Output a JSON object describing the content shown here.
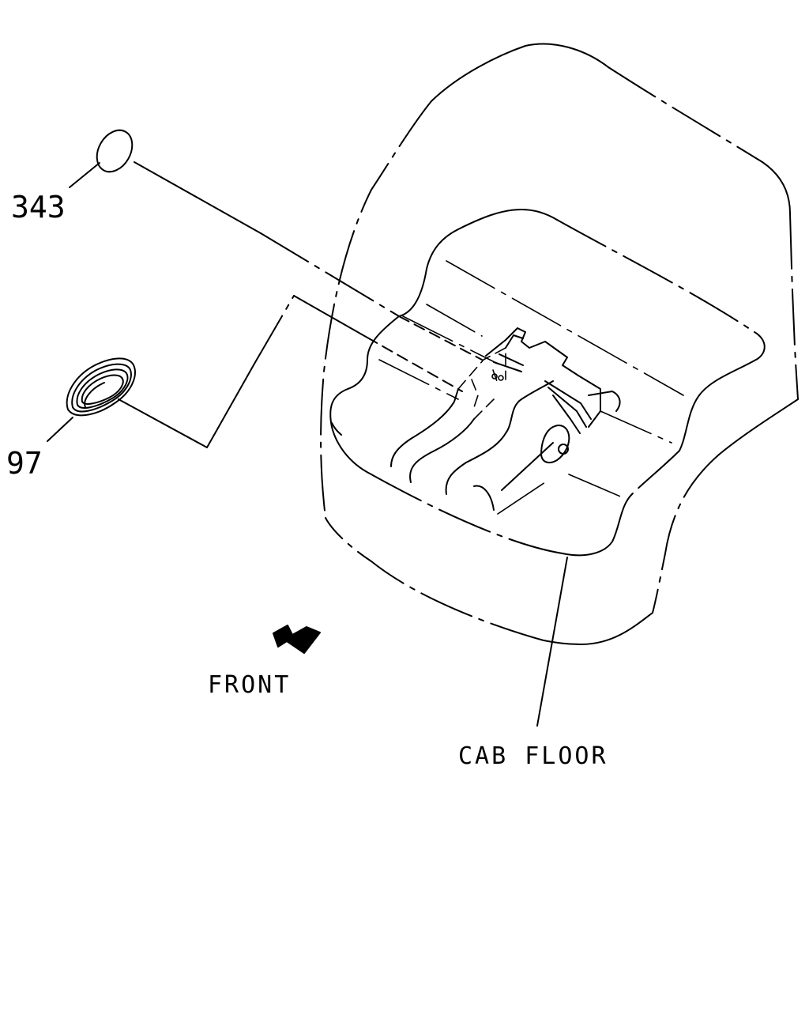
{
  "callouts": {
    "part_343": "343",
    "part_97": "97"
  },
  "labels": {
    "front": "FRONT",
    "cab_floor": "CAB FLOOR"
  },
  "colors": {
    "line": "#000000",
    "background": "#ffffff"
  }
}
